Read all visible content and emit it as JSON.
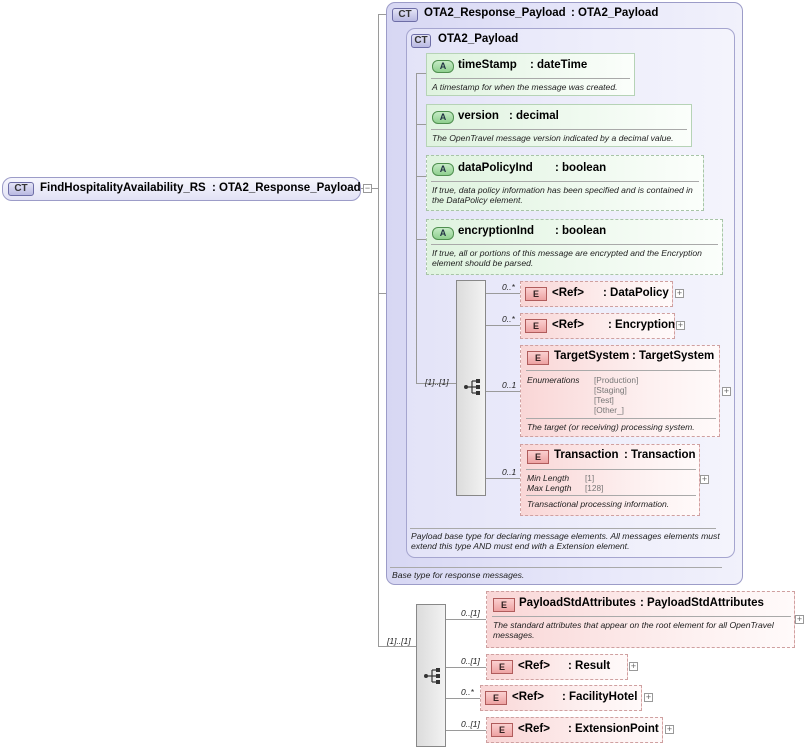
{
  "root": {
    "badge": "CT",
    "name": "FindHospitalityAvailability_RS",
    "type": ": OTA2_Response_Payload"
  },
  "response_payload": {
    "badge": "CT",
    "name": "OTA2_Response_Payload",
    "type": ": OTA2_Payload",
    "doc": "Base type for response messages."
  },
  "payload": {
    "badge": "CT",
    "name": "OTA2_Payload",
    "doc": "Payload base type for declaring message elements. All messages elements must extend this type AND must end with a Extension element."
  },
  "attributes": [
    {
      "badge": "A",
      "name": "timeStamp",
      "type": ": dateTime",
      "doc": "A timestamp for when the message was created."
    },
    {
      "badge": "A",
      "name": "version",
      "type": ": decimal",
      "doc": "The OpenTravel message version indicated by a decimal value."
    },
    {
      "badge": "A",
      "name": "dataPolicyInd",
      "type": ": boolean",
      "doc": "If true, data policy information has been specified and is contained in the DataPolicy element."
    },
    {
      "badge": "A",
      "name": "encryptionInd",
      "type": ": boolean",
      "doc": "If true, all or portions of this message are encrypted and the Encryption element should be parsed."
    }
  ],
  "inner_sequence": {
    "cardinality": "[1]..[1]"
  },
  "inner_elements": [
    {
      "badge": "E",
      "ref": "<Ref>",
      "name": ": DataPolicy",
      "card": "0..*"
    },
    {
      "badge": "E",
      "ref": "<Ref>",
      "name": ": Encryption",
      "card": "0..*"
    },
    {
      "badge": "E",
      "name": "TargetSystem",
      "type": ": TargetSystem",
      "card": "0..1",
      "facet_label": "Enumerations",
      "facets": [
        "[Production]",
        "[Staging]",
        "[Test]",
        "[Other_]"
      ],
      "doc": "The target (or receiving) processing system."
    },
    {
      "badge": "E",
      "name": "Transaction",
      "type": ": Transaction",
      "card": "0..1",
      "min_label": "Min Length",
      "min_val": "[1]",
      "max_label": "Max Length",
      "max_val": "[128]",
      "doc": "Transactional processing information."
    }
  ],
  "outer_sequence": {
    "cardinality": "[1]..[1]"
  },
  "outer_elements": [
    {
      "badge": "E",
      "name": "PayloadStdAttributes",
      "type": ": PayloadStdAttributes",
      "card": "0..[1]",
      "doc": "The standard attributes that appear on the root element for all OpenTravel messages."
    },
    {
      "badge": "E",
      "ref": "<Ref>",
      "name": ": Result",
      "card": "0..[1]"
    },
    {
      "badge": "E",
      "ref": "<Ref>",
      "name": ": FacilityHotel",
      "card": "0..*"
    },
    {
      "badge": "E",
      "ref": "<Ref>",
      "name": ": ExtensionPoint",
      "card": "0..[1]"
    }
  ]
}
